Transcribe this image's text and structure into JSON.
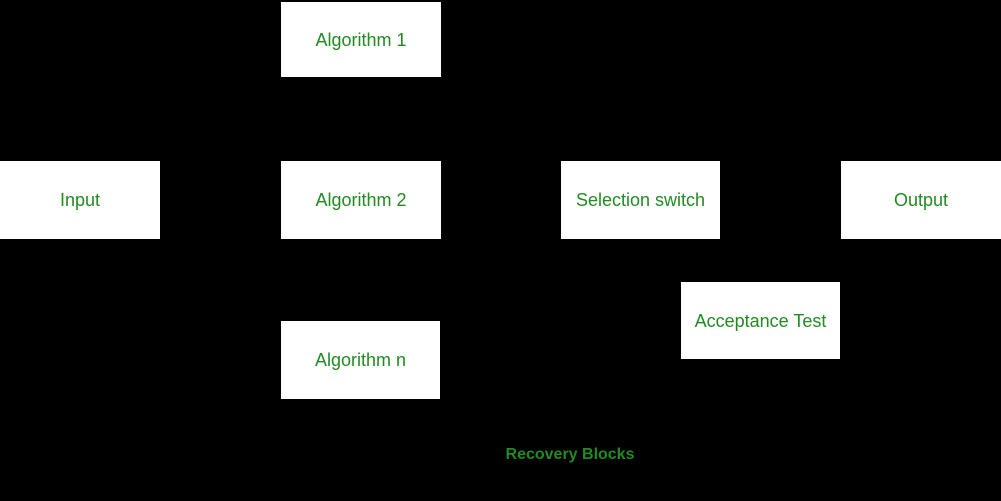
{
  "colors": {
    "background": "#000000",
    "box_background": "#ffffff",
    "text_green": "#228B22"
  },
  "diagram": {
    "caption": "Recovery Blocks",
    "nodes": [
      {
        "id": "algorithm-1",
        "label": "Algorithm 1"
      },
      {
        "id": "input",
        "label": "Input"
      },
      {
        "id": "algorithm-2",
        "label": "Algorithm 2"
      },
      {
        "id": "selection-switch",
        "label": "Selection switch"
      },
      {
        "id": "output",
        "label": "Output"
      },
      {
        "id": "acceptance-test",
        "label": "Acceptance Test"
      },
      {
        "id": "algorithm-n",
        "label": "Algorithm n"
      }
    ]
  }
}
